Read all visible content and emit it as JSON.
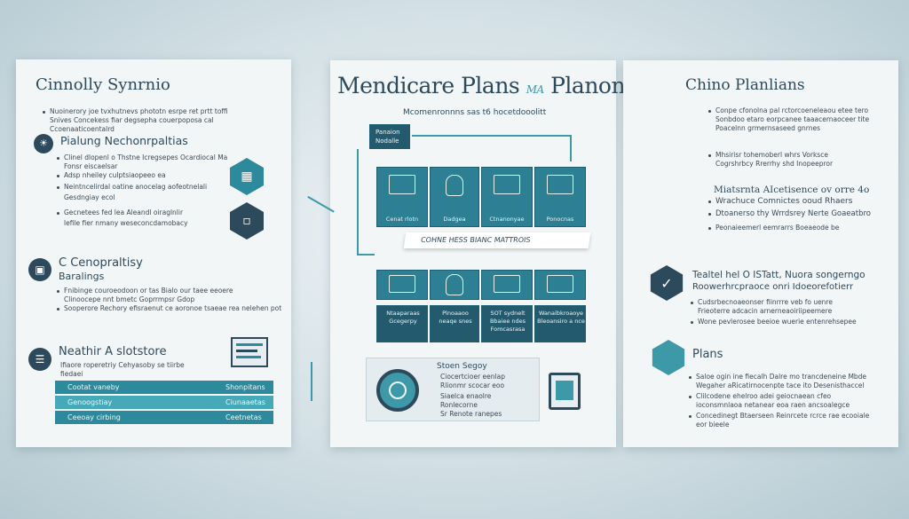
{
  "left": {
    "title": "Cinnolly Synrnio",
    "intro": [
      "Nuoinerory joe tvxhutnevs phototn esrpe ret prtt toffi",
      "Snives Concekess fiar degsepha couerpoposa cal",
      "Ccoenaaticoentalrd"
    ],
    "section1": {
      "heading": "Pialung Nechonrpaltias",
      "lines": [
        "Clinel dlopenl o Thstne Icregsepes Ocardiocal Ma",
        "Fonsr eiscaelsar",
        "Adsp nheiley culptsiaopeeo ea",
        "Neintncelirdal oatine anocelag aofeotnelali",
        "Gesdngiay ecol",
        "Gecnetees fed lea Aleandl oiraglnlir",
        "lefile fier nmany weseconcdamobacy"
      ]
    },
    "section2": {
      "heading": "C Cenopraltisy",
      "subheading": "Baralings",
      "lines": [
        "Fnibinge couroeodoon or tas Bialo our taee eeoere",
        "Clinoocepe nnt bmetc Goprrmpsr Gdop",
        "Sooperore Rechory efisraenut ce aoronoe tsaeae rea nelehen pot"
      ]
    },
    "section3": {
      "heading": "Neathir A slotstore",
      "lines": [
        "Ifiaore roperetriy Cehyasoby se tiirbe",
        "fiedaei"
      ],
      "bars": [
        {
          "left": "Cootat vaneby",
          "right": "Shonpitans"
        },
        {
          "left": "Genoogstiay",
          "right": "Ciunaaetas"
        },
        {
          "left": "Ceeoay cirbing",
          "right": "Ceetnetas"
        }
      ]
    }
  },
  "center": {
    "title": "Mendicare Plans",
    "title_small": "MA",
    "title2": "Planons",
    "subtitle": "Mcomenronnns sas t6 hocetdooolitt",
    "top_box": [
      "Panaion",
      "Nodalle"
    ],
    "row1": [
      "Cenat rlotn",
      "Dadgea",
      "Ctnanonyae",
      "Ponocnas"
    ],
    "banner": "COHNE HESS BIANC MATTROIS",
    "row2": [
      "Ntaaparaas Gcegerpy",
      "Plnoaaoo neaqe snes",
      "SOT sydnelt Bbaiee ndes Fomcasrasa",
      "Wanaibkroaoye Bleoansiro a nce"
    ],
    "bottom": {
      "heading": "Stoen Segoy",
      "lines": [
        "Ciocertcioer eenlap",
        "Rlionmr scocar eoo",
        "Siaelca enaolre",
        "Ronlecorne",
        "Sr Renote ranepes"
      ]
    }
  },
  "right": {
    "title": "Chino Planlians",
    "lines1": [
      "Conpe cfonolna pal rctorcoeneleaou etee tero",
      "Sonbdoo etaro eorpcanee taaacernaoceer tite",
      "Poacelnn grmernsaseed gnrnes"
    ],
    "lines2": [
      "Mhsirisr tohemoberl whrs Vorksce",
      "Cogrshrbcy Rrerrhy shd Inopeepror"
    ],
    "section": {
      "heading": "Miatsrnta AIcetisence ov orre 4o",
      "lines": [
        "Wrachuce Comnictes ooud Rhaers",
        "Dtoanerso thy Wrrdsrey Nerte Goaeatbro",
        "Peonaieemerl eemrarrs Boeaeode be"
      ]
    },
    "section2": {
      "heading": "Tealtel hel O ISTatt, Nuora songerngo",
      "subheading": "Roowerhrcpraoce onri Idoeorefotierr",
      "lines": [
        "Cudsrbecnoaeonser fiinrrre veb fo uenre",
        "Frieoterre adcacin arnerneaoiriipeemere",
        "Wone pevlerosee beeioe wuerie entenrehsepee"
      ]
    },
    "plans": {
      "heading": "Plans",
      "lines": [
        "Saloe ogin ine fiecalh Dalre mo trancdeneine Mbde",
        "Wegaher aRicatirnocenpte tace ito Desenisthaccel",
        "Clilcodene ehelroo adei geiocnaean cfeo",
        "ioconsmnlaoa netanear eoa raen ancsoalegce",
        "Concedinegt Btaerseen Reinrcete rcrce rae ecooiale",
        "eor bieele"
      ]
    }
  },
  "colors": {
    "teal": "#2d7f93",
    "teal_dark": "#245a6e",
    "navy": "#2d4a5c",
    "accent": "#3d98a8"
  }
}
